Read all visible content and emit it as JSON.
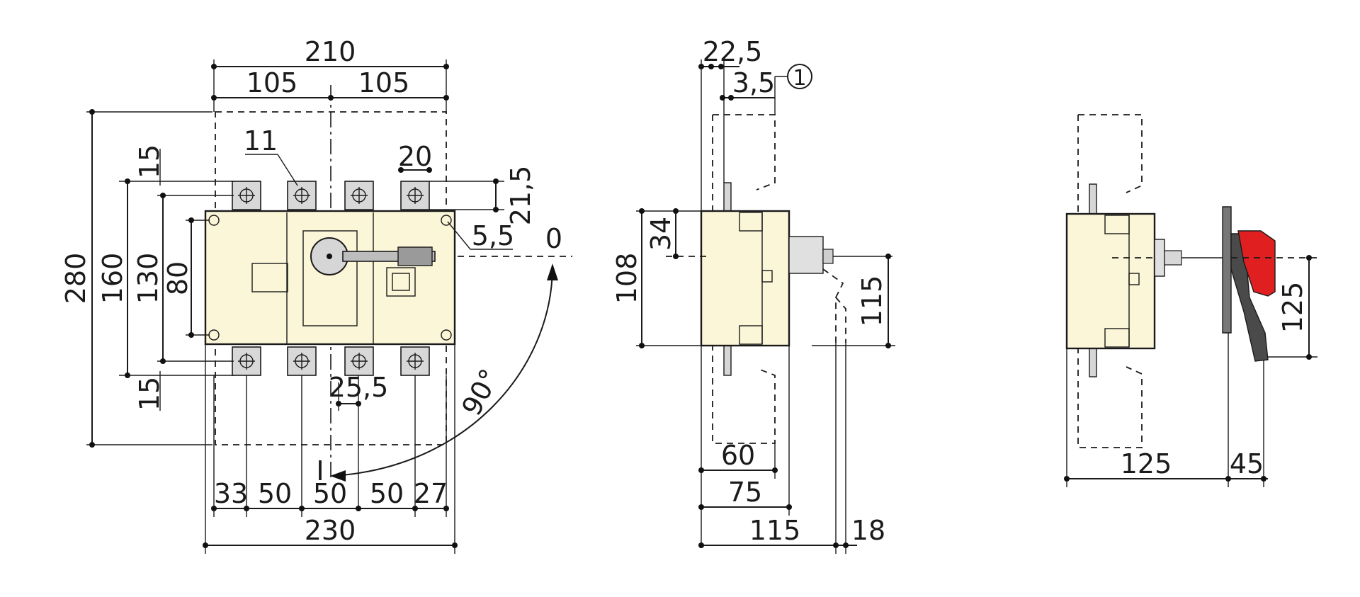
{
  "colors": {
    "body": "#fbf6d8",
    "terminal": "#d8d8d8",
    "handle_red": "#e02020",
    "handle_dark": "#4a4a4a",
    "line": "#1a1a1a"
  },
  "front_view": {
    "dim_210": "210",
    "dim_105_left": "105",
    "dim_105_right": "105",
    "dim_280": "280",
    "dim_160": "160",
    "dim_130": "130",
    "dim_80": "80",
    "dim_15_top": "15",
    "dim_15_bottom": "15",
    "dim_11": "11",
    "dim_20": "20",
    "dim_21_5": "21,5",
    "dim_5_5": "5,5",
    "angle_0": "0",
    "angle_90": "90°",
    "position_I": "I",
    "dim_25_5": "25,5",
    "dim_33": "33",
    "dim_50_a": "50",
    "dim_50_b": "50",
    "dim_50_c": "50",
    "dim_27": "27",
    "dim_230": "230"
  },
  "side_view": {
    "dim_22_5": "22,5",
    "dim_3_5": "3,5",
    "callout_1": "1",
    "dim_108": "108",
    "dim_34": "34",
    "dim_115_vertical": "115",
    "dim_60": "60",
    "dim_75": "75",
    "dim_115_horizontal": "115",
    "dim_18": "18"
  },
  "handle_view": {
    "dim_125_vertical": "125",
    "dim_125_horizontal": "125",
    "dim_45": "45"
  }
}
